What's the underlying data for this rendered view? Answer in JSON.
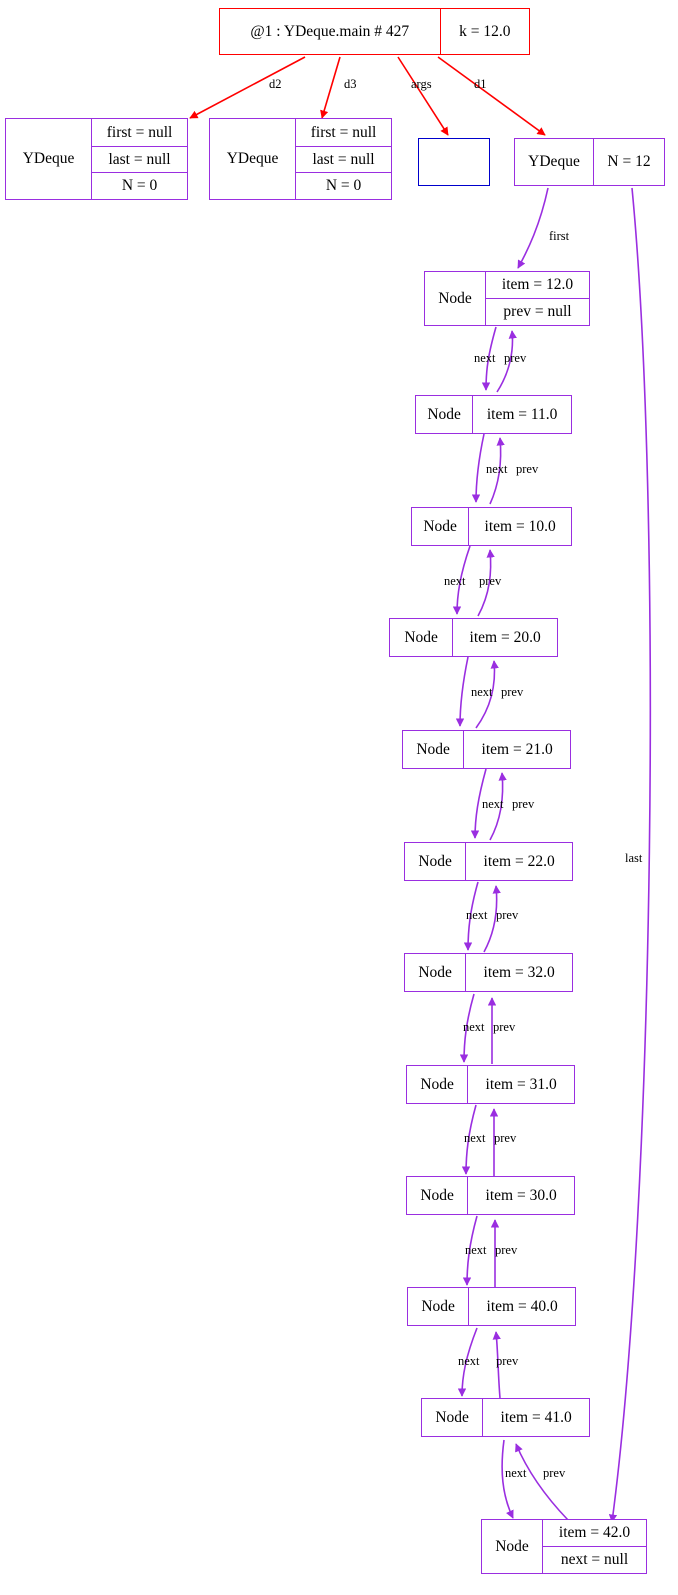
{
  "diagram": {
    "title_node": {
      "id": "frame",
      "label": "@1 : YDeque.main # 427",
      "field": "k = 12.0",
      "color": "#ff0000"
    },
    "objects": [
      {
        "id": "d2",
        "class_label": "YDeque",
        "fields": [
          "first = null",
          "last = null",
          "N = 0"
        ],
        "color": "#9a2ee0"
      },
      {
        "id": "d3",
        "class_label": "YDeque",
        "fields": [
          "first = null",
          "last = null",
          "N = 0"
        ],
        "color": "#9a2ee0"
      },
      {
        "id": "args",
        "class_label": "",
        "fields": [],
        "color": "#0000cc"
      },
      {
        "id": "d1",
        "class_label": "YDeque",
        "fields": [
          "N = 12"
        ],
        "color": "#9a2ee0"
      }
    ],
    "frame_edges": [
      {
        "label": "d2",
        "color": "#ff0000"
      },
      {
        "label": "d3",
        "color": "#ff0000"
      },
      {
        "label": "args",
        "color": "#ff0000"
      },
      {
        "label": "d1",
        "color": "#ff0000"
      }
    ],
    "deque_edges": [
      {
        "label": "first",
        "color": "#9a2ee0"
      },
      {
        "label": "last",
        "color": "#9a2ee0"
      }
    ],
    "nodes": [
      {
        "class_label": "Node",
        "item": "item = 12.0",
        "extra": "prev = null"
      },
      {
        "class_label": "Node",
        "item": "item = 11.0",
        "extra": null
      },
      {
        "class_label": "Node",
        "item": "item = 10.0",
        "extra": null
      },
      {
        "class_label": "Node",
        "item": "item = 20.0",
        "extra": null
      },
      {
        "class_label": "Node",
        "item": "item = 21.0",
        "extra": null
      },
      {
        "class_label": "Node",
        "item": "item = 22.0",
        "extra": null
      },
      {
        "class_label": "Node",
        "item": "item = 32.0",
        "extra": null
      },
      {
        "class_label": "Node",
        "item": "item = 31.0",
        "extra": null
      },
      {
        "class_label": "Node",
        "item": "item = 30.0",
        "extra": null
      },
      {
        "class_label": "Node",
        "item": "item = 40.0",
        "extra": null
      },
      {
        "class_label": "Node",
        "item": "item = 41.0",
        "extra": null
      },
      {
        "class_label": "Node",
        "item": "item = 42.0",
        "extra": "next = null"
      }
    ],
    "link_labels": {
      "next": "next",
      "prev": "prev"
    }
  }
}
